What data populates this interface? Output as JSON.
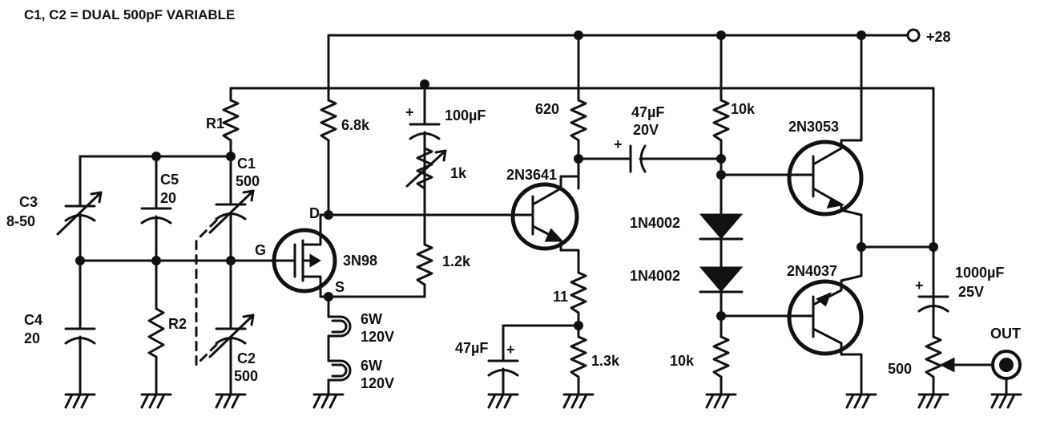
{
  "title": "C1, C2 = DUAL 500pF VARIABLE",
  "supply": "+28",
  "output": "OUT",
  "components": {
    "c3": {
      "ref": "C3",
      "value": "8-50"
    },
    "c4": {
      "ref": "C4",
      "value": "20"
    },
    "c5": {
      "ref": "C5",
      "value": "20"
    },
    "r2": {
      "ref": "R2"
    },
    "r1": {
      "ref": "R1"
    },
    "c1": {
      "ref": "C1",
      "value": "500"
    },
    "c2": {
      "ref": "C2",
      "value": "500"
    },
    "fet": {
      "part": "3N98",
      "drain": "D",
      "gate": "G",
      "source": "S"
    },
    "r_drain": {
      "value": "6.8k"
    },
    "lamp1": {
      "power": "6W",
      "voltage": "120V"
    },
    "lamp2": {
      "power": "6W",
      "voltage": "120V"
    },
    "c_fb": {
      "value": "100µF"
    },
    "pot_fb": {
      "value": "1k"
    },
    "r_fb": {
      "value": "1.2k"
    },
    "r_col": {
      "value": "620"
    },
    "q_driver": {
      "part": "2N3641"
    },
    "r_emit": {
      "value": "11"
    },
    "c_emit": {
      "value": "47µF"
    },
    "r_emit2": {
      "value": "1.3k"
    },
    "c_coupling": {
      "value": "47µF",
      "voltage": "20V"
    },
    "r_bias_top": {
      "value": "10k"
    },
    "d1": {
      "part": "1N4002"
    },
    "d2": {
      "part": "1N4002"
    },
    "r_bias_bot": {
      "value": "10k"
    },
    "q_top": {
      "part": "2N3053"
    },
    "q_bottom": {
      "part": "2N4037"
    },
    "c_out": {
      "value": "1000µF",
      "voltage": "25V"
    },
    "pot_out": {
      "value": "500"
    }
  }
}
